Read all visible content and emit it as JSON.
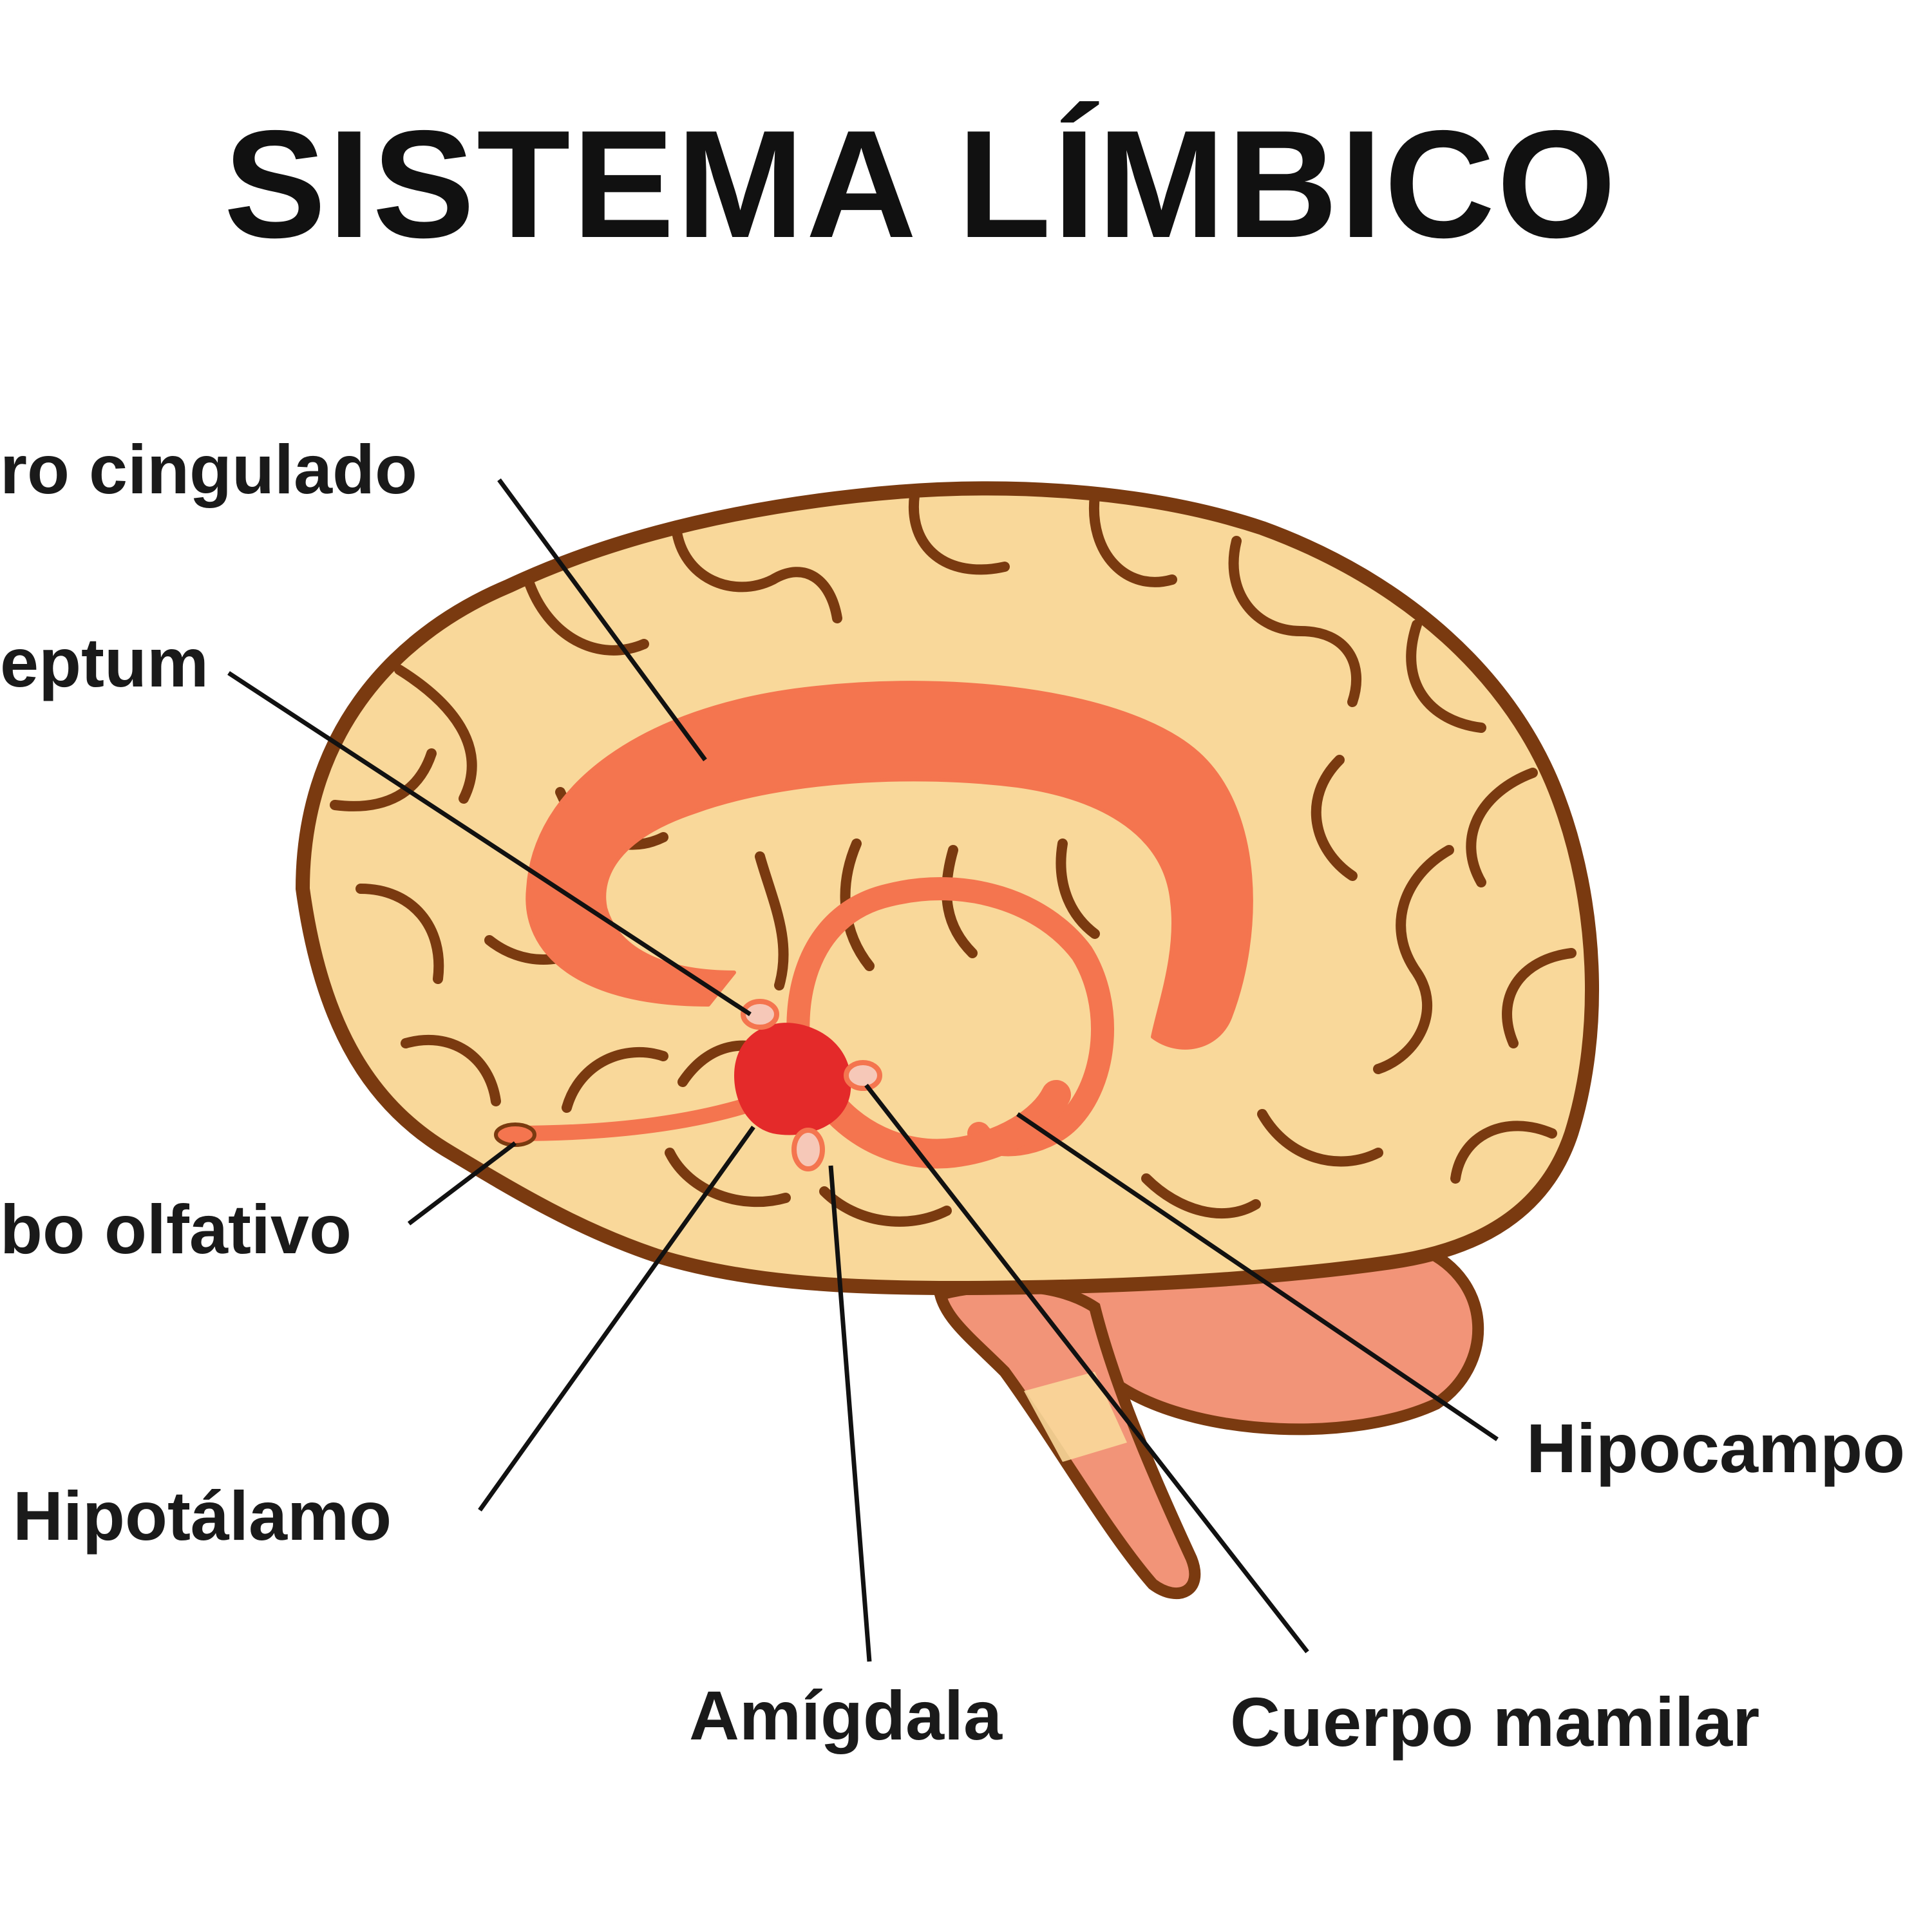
{
  "title": "SISTEMA LÍMBICO",
  "labels": {
    "giro_cingulado": "ro cingulado",
    "septum": "eptum",
    "bulbo_olfativo": "bo olfativo",
    "hipotalamo": "Hipotálamo",
    "amigdala": "Amígdala",
    "cuerpo_mamilar": "Cuerpo mamilar",
    "hipocampo": "Hipocampo"
  },
  "colors": {
    "cortex_fill": "#f9d89a",
    "outline": "#7a3a10",
    "limbic": "#f4754f",
    "cerebellum": "#f29478",
    "hypothalamus": "#e42a2a",
    "leader_line": "#111111"
  }
}
